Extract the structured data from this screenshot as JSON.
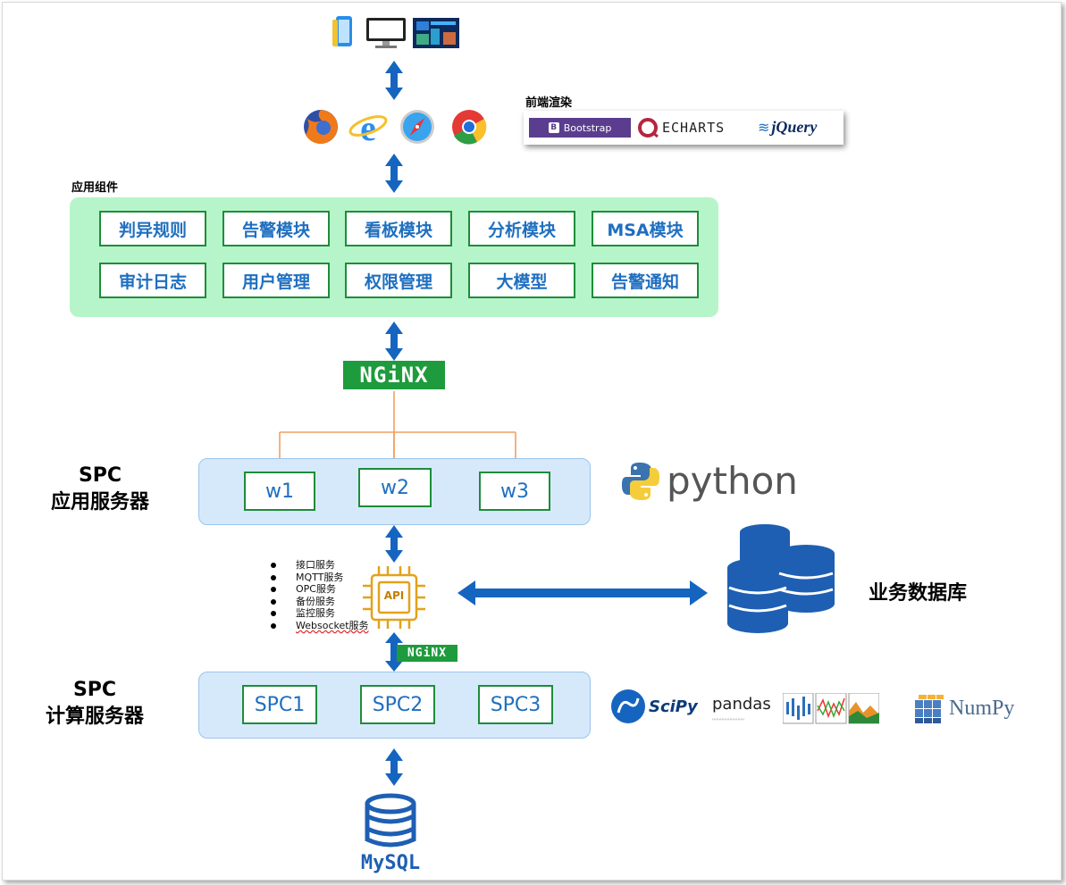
{
  "frontend": {
    "title": "前端渲染",
    "libs": [
      "Bootstrap",
      "ECHARTS",
      "jQuery"
    ]
  },
  "components": {
    "title": "应用组件",
    "items": [
      "判异规则",
      "告警模块",
      "看板模块",
      "分析模块",
      "MSA模块",
      "审计日志",
      "用户管理",
      "权限管理",
      "大模型",
      "告警通知"
    ]
  },
  "nginx": {
    "label": "NGiNX"
  },
  "app_server": {
    "title_line1": "SPC",
    "title_line2": "应用服务器",
    "workers": [
      "w1",
      "w2",
      "w3"
    ],
    "tech": "python"
  },
  "services": {
    "chip_label": "API",
    "items": [
      "接口服务",
      "MQTT服务",
      "OPC服务",
      "备份服务",
      "监控服务",
      "Websocket服务"
    ]
  },
  "database": {
    "label": "业务数据库"
  },
  "calc_server": {
    "title_line1": "SPC",
    "title_line2": "计算服务器",
    "nodes": [
      "SPC1",
      "SPC2",
      "SPC3"
    ],
    "libs": [
      "SciPy",
      "pandas",
      "NumPy"
    ]
  },
  "mysql": {
    "label": "MySQL"
  },
  "colors": {
    "arrow_blue": "#1565c0",
    "green_border": "#1e8c3a",
    "panel_green": "#b6f5c9",
    "panel_blue": "#d6e9fb",
    "nginx_green": "#1e9b3c",
    "text_blue": "#1f6fc0",
    "connector_orange": "#f0a060"
  }
}
